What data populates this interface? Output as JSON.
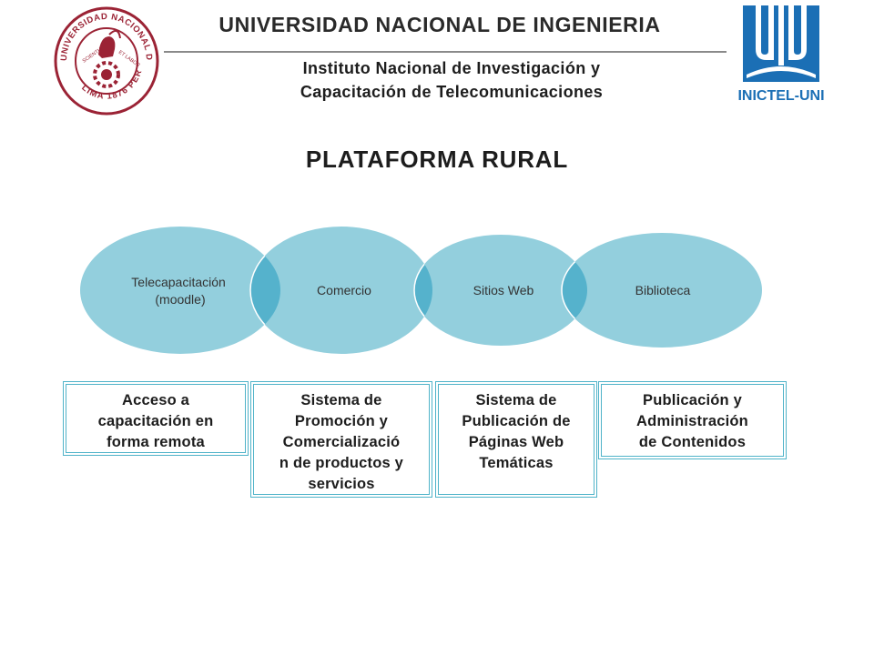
{
  "header": {
    "university": "UNIVERSIDAD NACIONAL DE INGENIERIA",
    "institute": "Instituto Nacional de Investigación y\nCapacitación de Telecomunicaciones",
    "seal": {
      "text_top": "UNIVERSIDAD NACIONAL DE INGENIERIA",
      "text_bottom": "LIMA 1876 PERU",
      "motto_left": "SCIENTIA",
      "motto_right": "ET LABOR",
      "color": "#9b2335"
    },
    "logo": {
      "text": "INICTEL-UNI",
      "color": "#1b6fb5"
    }
  },
  "title": "PLATAFORMA RURAL",
  "diagram": {
    "circle_color": "#93cfdd",
    "overlap_color": "#55b2cc",
    "circles": [
      {
        "label": "Telecapacitación\n(moodle)"
      },
      {
        "label": "Comercio"
      },
      {
        "label": "Sitios Web"
      },
      {
        "label": "Biblioteca"
      }
    ],
    "descriptions": [
      {
        "text": "Acceso a\ncapacitación en\nforma remota"
      },
      {
        "text": "Sistema de\nPromoción y\nComercializació\nn de productos y\nservicios"
      },
      {
        "text": "Sistema de\nPublicación de\nPáginas Web\nTemáticas"
      },
      {
        "text": "Publicación y\nAdministración\nde Contenidos"
      }
    ],
    "box_border_color": "#4fb3c9"
  }
}
